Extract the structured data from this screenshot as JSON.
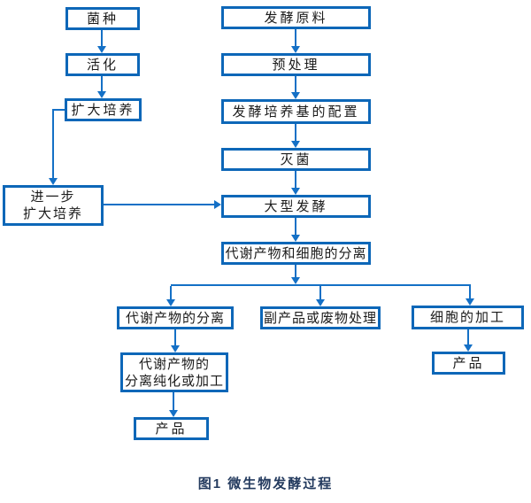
{
  "diagram": {
    "caption": "图1 微生物发酵过程",
    "colors": {
      "box_border_blue": "#0d67b8",
      "connector_blue": "#1470c6",
      "node_text": "#1b1b1b",
      "caption_text": "#233a5e"
    },
    "nodes": {
      "strain": "菌种",
      "activation": "活化",
      "expand_culture": "扩大培养",
      "further_expand_line1": "进一步",
      "further_expand_line2": "扩大培养",
      "raw_material": "发酵原料",
      "pretreatment": "预处理",
      "medium_preparation": "发酵培养基的配置",
      "sterilization": "灭菌",
      "large_fermentation": "大型发酵",
      "metabolite_cell_separation": "代谢产物和细胞的分离",
      "metabolite_separation": "代谢产物的分离",
      "byproduct_waste_treatment": "副产品或废物处理",
      "cell_processing": "细胞的加工",
      "metabolite_processing_line1": "代谢产物的",
      "metabolite_processing_line2": "分离纯化或加工",
      "product_left": "产品",
      "product_right": "产品"
    }
  }
}
